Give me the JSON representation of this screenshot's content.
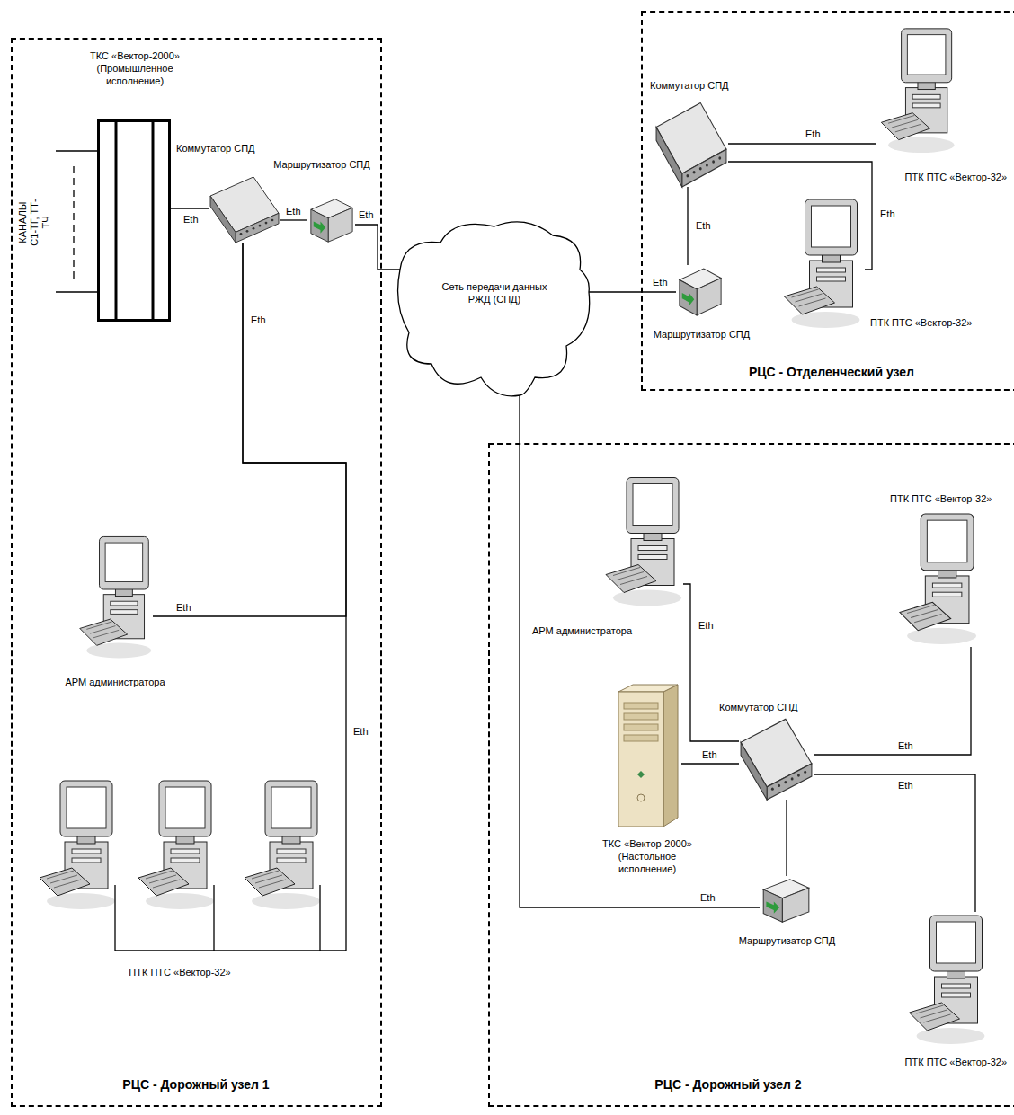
{
  "diagram": {
    "nodes": [
      {
        "text": [
          "РЦС - Дорожный узел 1"
        ]
      },
      {
        "text": [
          "ТКС «Вектор-2000» (Промышленное исполнение)"
        ],
        "in": 0
      },
      {
        "text": [
          "Коммутатор СПД"
        ],
        "in": 0
      },
      {
        "text": [
          "Маршрутизатор СПД"
        ],
        "in": 0
      },
      {
        "text": [
          "АРМ администратора"
        ],
        "in": 0
      },
      {
        "text": [
          "ПТК ПТС «Вектор-32»"
        ],
        "in": 0
      },
      {
        "text": [
          "Сеть передачи данных РЖД (СПД)"
        ]
      },
      {
        "text": [
          "РЦС - Отделенческий узел"
        ]
      },
      {
        "text": [
          "Коммутатор СПД"
        ],
        "in": 7
      },
      {
        "text": [
          "ПТК ПТС «Вектор-32»"
        ],
        "in": 7
      },
      {
        "text": [
          "ПТК ПТС «Вектор-32»"
        ],
        "in": 7
      },
      {
        "text": [
          "Маршрутизатор СПД"
        ],
        "in": 7
      },
      {
        "text": [
          "РЦС - Дорожный узел 2"
        ]
      },
      {
        "text": [
          "АРМ администратора"
        ],
        "in": 12
      },
      {
        "text": [
          "ПТК ПТС «Вектор-32»"
        ],
        "in": 12
      },
      {
        "text": [
          "Коммутатор СПД"
        ],
        "in": 12
      },
      {
        "text": [
          "ТКС «Вектор-2000» (Настольное исполнение)"
        ],
        "in": 12
      },
      {
        "text": [
          "Маршрутизатор СПД"
        ],
        "in": 12
      },
      {
        "text": [
          "ПТК ПТС «Вектор-32»"
        ],
        "in": 12
      }
    ],
    "edges": [
      {
        "from": 1,
        "to": 2,
        "arrow": "none",
        "label": "Eth"
      },
      {
        "from": 2,
        "to": 3,
        "arrow": "none",
        "label": "Eth"
      },
      {
        "from": 3,
        "to": 6,
        "arrow": "none",
        "label": "Eth"
      },
      {
        "from": 2,
        "to": 4,
        "arrow": "none",
        "label": "Eth"
      },
      {
        "from": 2,
        "to": 5,
        "arrow": "none",
        "label": "Eth"
      },
      {
        "from": 8,
        "to": 9,
        "arrow": "none",
        "label": "Eth"
      },
      {
        "from": 8,
        "to": 10,
        "arrow": "none",
        "label": "Eth"
      },
      {
        "from": 8,
        "to": 11,
        "arrow": "none",
        "label": "Eth"
      },
      {
        "from": 11,
        "to": 6,
        "arrow": "none",
        "label": "Eth"
      },
      {
        "from": 15,
        "to": 13,
        "arrow": "none",
        "label": "Eth"
      },
      {
        "from": 15,
        "to": 14,
        "arrow": "none",
        "label": "Eth"
      },
      {
        "from": 16,
        "to": 15,
        "arrow": "none",
        "label": "Eth"
      },
      {
        "from": 15,
        "to": 18,
        "arrow": "none",
        "label": "Eth"
      },
      {
        "from": 15,
        "to": 17,
        "arrow": "none"
      },
      {
        "from": 17,
        "to": 6,
        "arrow": "none",
        "label": "Eth"
      }
    ],
    "labels": [
      "КАНАЛЫ С1-ТГ, ТТ-ТЧ",
      "Eth"
    ]
  }
}
